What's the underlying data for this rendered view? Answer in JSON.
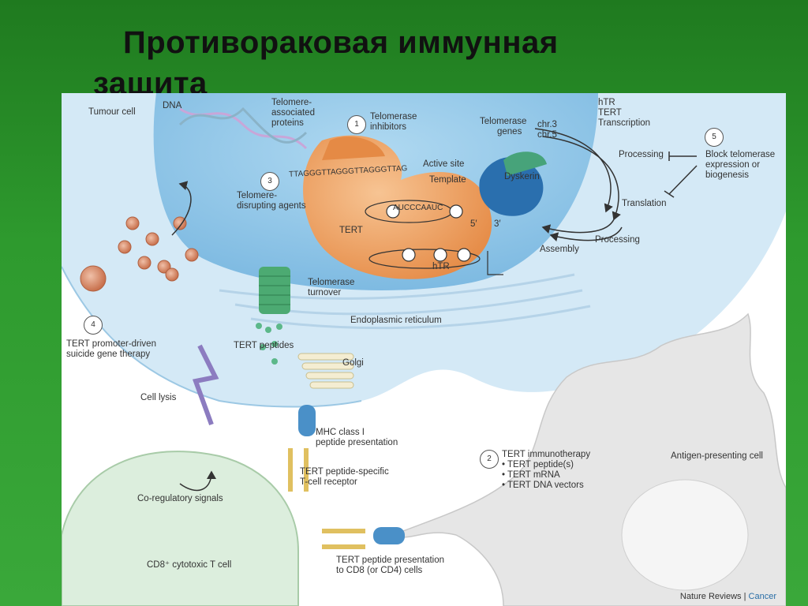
{
  "slide": {
    "title_line1": "Противораковая иммунная",
    "title_line2": "защита"
  },
  "figure": {
    "labels": {
      "tumour_cell": "Tumour cell",
      "dna": "DNA",
      "telomere_proteins": [
        "Telomere-",
        "associated",
        "proteins"
      ],
      "telomerase_inhibitors": [
        "Telomerase",
        "inhibitors"
      ],
      "active_site": "Active site",
      "template": "Template",
      "telomerase_genes": [
        "Telomerase",
        "genes"
      ],
      "chr": [
        "chr.3",
        "chr.5"
      ],
      "htr_top": [
        "hTR",
        "TERT",
        "Transcription"
      ],
      "dyskerin": "Dyskerin",
      "processing1": "Processing",
      "block": [
        "Block telomerase",
        "expression or",
        "biogenesis"
      ],
      "translation": "Translation",
      "processing2": "Processing",
      "assembly": "Assembly",
      "tert": "TERT",
      "htr": "hTR",
      "five_prime": "5′",
      "three_prime": "3′",
      "seq1": "TTAGGGTTAGGGTTAGGGTTAG",
      "seq2": "AUCCCAAUC",
      "disrupting": [
        "Telomere-",
        "disrupting agents"
      ],
      "turnover": [
        "Telomerase",
        "turnover"
      ],
      "er": "Endoplasmic reticulum",
      "tert_peptides": "TERT peptides",
      "golgi": "Golgi",
      "suicide": [
        "TERT promoter-driven",
        "suicide gene therapy"
      ],
      "cell_lysis": "Cell lysis",
      "mhc": [
        "MHC class I",
        "peptide presentation"
      ],
      "tcr": [
        "TERT peptide-specific",
        "T-cell receptor"
      ],
      "immunotherapy": [
        "TERT immunotherapy",
        "• TERT peptide(s)",
        "• TERT mRNA",
        "• TERT DNA vectors"
      ],
      "apc": "Antigen-presenting cell",
      "coreg": "Co-regulatory signals",
      "cd8": "CD8⁺ cytotoxic T cell",
      "presentation2": [
        "TERT peptide presentation",
        "to CD8 (or CD4) cells"
      ]
    },
    "steps": [
      "1",
      "2",
      "3",
      "4",
      "5"
    ],
    "credit": {
      "source": "Nature Reviews",
      "sep": " | ",
      "journal": "Cancer"
    }
  },
  "colors": {
    "background_green": "#2e9a2e",
    "nucleus_blue": "#8fc6e8",
    "cytoplasm_blue": "#cfe6f5",
    "tert_orange": "#f0a56a",
    "cd8_green": "#dceedd",
    "apc_grey": "#dcdcdc"
  }
}
